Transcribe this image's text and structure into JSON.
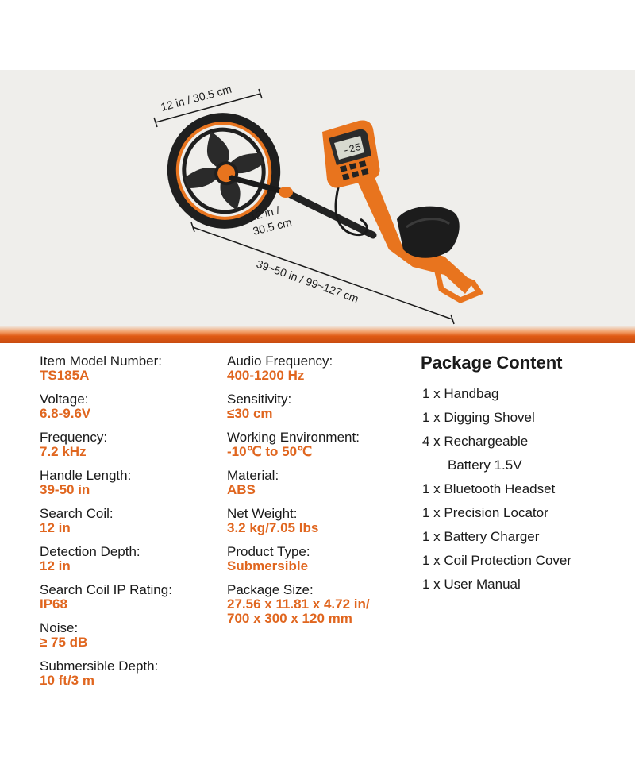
{
  "dimensions": {
    "coil_width": "12 in / 30.5 cm",
    "coil_height_line1": "12 in /",
    "coil_height_line2": "30.5 cm",
    "length": "39~50 in / 99~127 cm"
  },
  "device_display": "-25",
  "colors": {
    "accent": "#e0661f",
    "band": "#d9531a",
    "hero_bg": "#efeeeb"
  },
  "specs_left": [
    {
      "label": "Item Model Number:",
      "value": "TS185A"
    },
    {
      "label": "Voltage:",
      "value": "6.8-9.6V"
    },
    {
      "label": "Frequency:",
      "value": "7.2 kHz"
    },
    {
      "label": "Handle Length:",
      "value": "39-50 in"
    },
    {
      "label": "Search Coil:",
      "value": "12 in"
    },
    {
      "label": "Detection Depth:",
      "value": "12 in"
    },
    {
      "label": "Search Coil IP Rating:",
      "value": "IP68"
    },
    {
      "label": "Noise:",
      "value": "≥ 75 dB"
    },
    {
      "label": "Submersible Depth:",
      "value": "10 ft/3 m"
    }
  ],
  "specs_right": [
    {
      "label": "Audio Frequency:",
      "value": "400-1200 Hz"
    },
    {
      "label": "Sensitivity:",
      "value": "≤30 cm"
    },
    {
      "label": "Working Environment:",
      "value": "-10℃ to 50℃"
    },
    {
      "label": "Material:",
      "value": "ABS"
    },
    {
      "label": "Net Weight:",
      "value": "3.2 kg/7.05 lbs"
    },
    {
      "label": "Product Type:",
      "value": "Submersible"
    },
    {
      "label": "Package Size:",
      "value": "27.56 x 11.81 x 4.72 in/",
      "value2": "700 x 300 x 120 mm"
    }
  ],
  "package": {
    "title": "Package Content",
    "items": [
      "1 x Handbag",
      "1 x Digging Shovel",
      "4 x Rechargeable",
      "Battery 1.5V",
      "1 x Bluetooth Headset",
      "1 x Precision Locator",
      "1 x Battery Charger",
      "1 x Coil Protection Cover",
      "1 x User Manual"
    ]
  }
}
